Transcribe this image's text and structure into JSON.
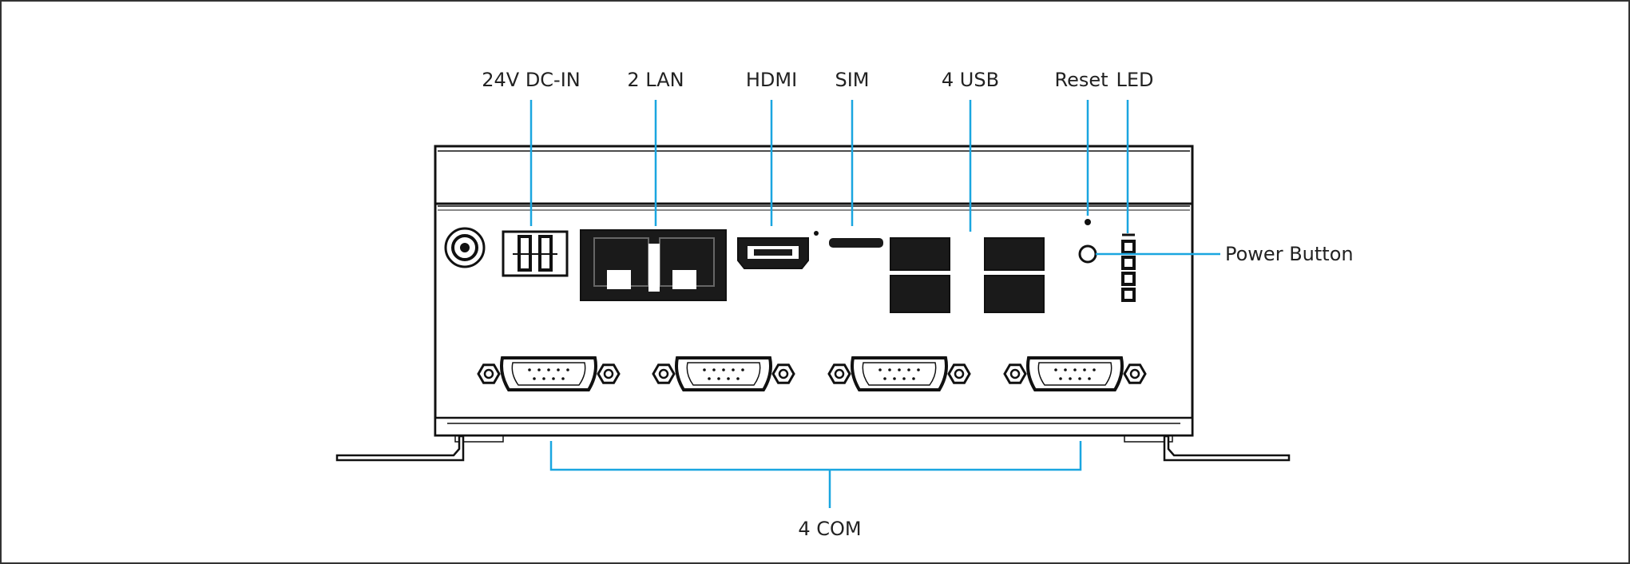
{
  "labels": {
    "dc_in": "24V DC-IN",
    "lan": "2 LAN",
    "hdmi": "HDMI",
    "sim": "SIM",
    "usb": "4 USB",
    "reset": "Reset",
    "led": "LED",
    "power": "Power Button",
    "com": "4 COM"
  },
  "colors": {
    "leader": "#1aa6e0",
    "outline": "#111111",
    "port_fill": "#1a1a1a",
    "background": "#ffffff"
  }
}
